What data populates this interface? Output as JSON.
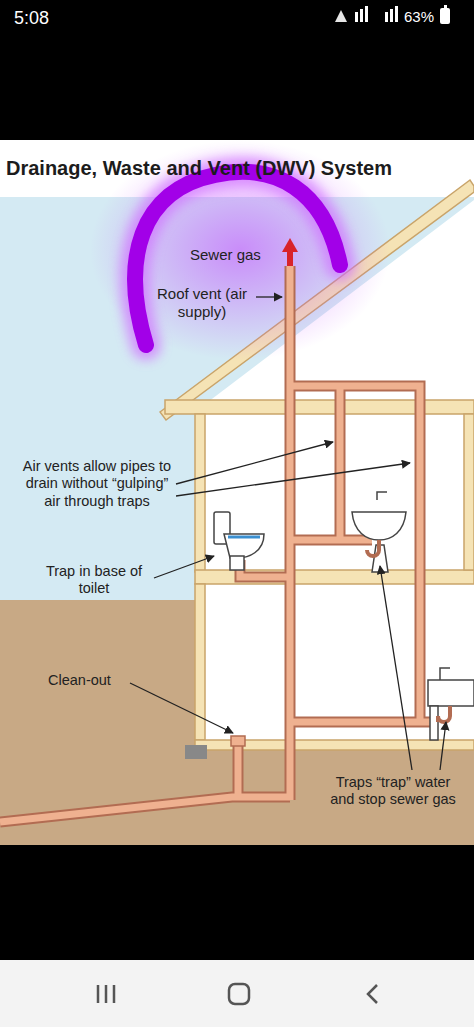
{
  "diagram": {
    "title": "Drainage, Waste and Vent (DWV) System",
    "labels": [
      "5:08",
      "63%",
      "Sewer gas",
      "Roof vent (air supply)",
      "Air vents allow pipes to drain without “gulping” air through traps",
      "Trap in base of toilet",
      "Clean-out",
      "Traps “trap” water and stop sewer gas"
    ]
  }
}
